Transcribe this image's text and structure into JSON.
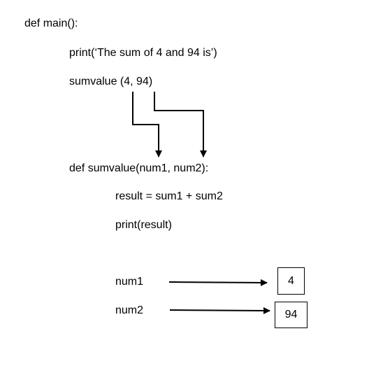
{
  "code": {
    "main_def": "def main():",
    "print_stmt": "print(‘The sum of 4 and 94 is’)",
    "call_stmt": "sumvalue (4, 94)",
    "func_def": "def sumvalue(num1, num2):",
    "result_stmt": "result = sum1 + sum2",
    "print_result": "print(result)"
  },
  "bindings": [
    {
      "param": "num1",
      "value": "4"
    },
    {
      "param": "num2",
      "value": "94"
    }
  ],
  "colors": {
    "text": "#000000",
    "line": "#000000",
    "background": "#ffffff"
  }
}
